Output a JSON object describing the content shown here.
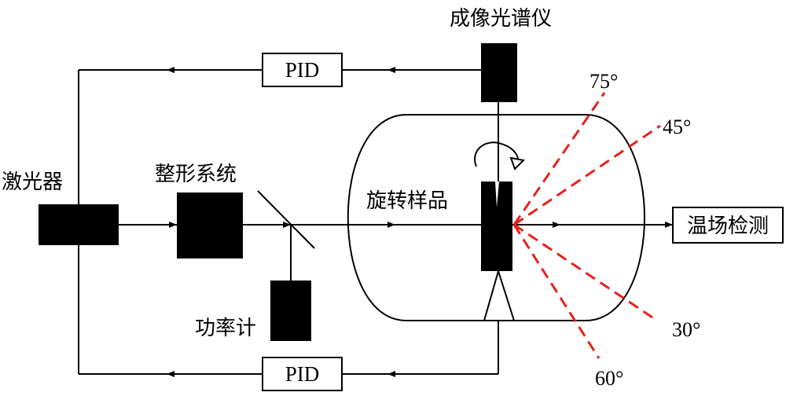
{
  "labels": {
    "laser": "激光器",
    "shaping_system": "整形系统",
    "power_meter": "功率计",
    "imaging_spectrometer": "成像光谱仪",
    "rotating_sample": "旋转样品",
    "temperature_field_detection": "温场检测",
    "pid_top": "PID",
    "pid_bottom": "PID"
  },
  "angles": [
    "75°",
    "45°",
    "30°",
    "60°"
  ],
  "colors": {
    "line": "#000000",
    "ray": "#e8201c",
    "block": "#000000"
  }
}
